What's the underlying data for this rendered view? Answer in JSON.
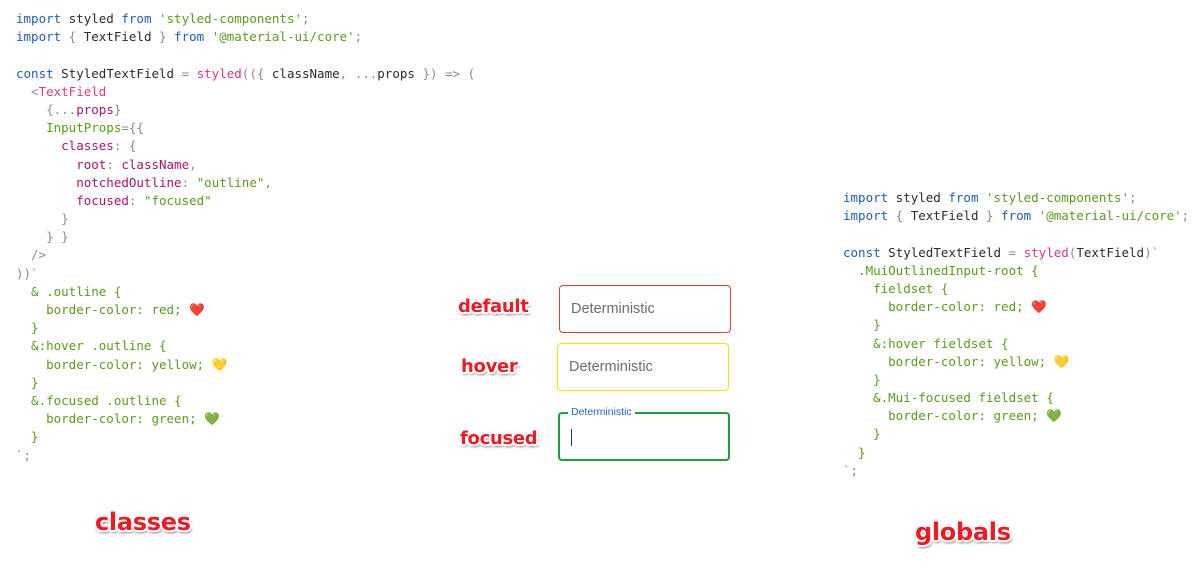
{
  "colors": {
    "keyword": "#1e5fb4",
    "string": "#5b9a1f",
    "css": "#5b9a1f",
    "tag": "#e23d78",
    "attr": "#54a012",
    "prop": "#a6156b",
    "punct": "#8c8c8c",
    "plain": "#2b2b2b",
    "func": "#d03a85",
    "sticker_red": "#ec1c24"
  },
  "code_left": {
    "lines": [
      [
        {
          "t": "import",
          "c": "keyword"
        },
        {
          "t": " styled ",
          "c": "plain"
        },
        {
          "t": "from",
          "c": "keyword"
        },
        {
          "t": " 'styled-components'",
          "c": "string"
        },
        {
          "t": ";",
          "c": "punct"
        }
      ],
      [
        {
          "t": "import",
          "c": "keyword"
        },
        {
          "t": " { ",
          "c": "punct"
        },
        {
          "t": "TextField",
          "c": "plain"
        },
        {
          "t": " } ",
          "c": "punct"
        },
        {
          "t": "from",
          "c": "keyword"
        },
        {
          "t": " '@material-ui/core'",
          "c": "string"
        },
        {
          "t": ";",
          "c": "punct"
        }
      ],
      [],
      [
        {
          "t": "const",
          "c": "keyword"
        },
        {
          "t": " StyledTextField ",
          "c": "plain"
        },
        {
          "t": "=",
          "c": "punct"
        },
        {
          "t": " styled",
          "c": "func"
        },
        {
          "t": "(({ ",
          "c": "punct"
        },
        {
          "t": "className",
          "c": "plain"
        },
        {
          "t": ", ...",
          "c": "punct"
        },
        {
          "t": "props",
          "c": "plain"
        },
        {
          "t": " }) => (",
          "c": "punct"
        }
      ],
      [
        {
          "t": "  <",
          "c": "punct"
        },
        {
          "t": "TextField",
          "c": "tag"
        }
      ],
      [
        {
          "t": "    {...",
          "c": "punct"
        },
        {
          "t": "props",
          "c": "prop"
        },
        {
          "t": "}",
          "c": "punct"
        }
      ],
      [
        {
          "t": "    InputProps",
          "c": "attr"
        },
        {
          "t": "={{",
          "c": "punct"
        }
      ],
      [
        {
          "t": "      classes",
          "c": "prop"
        },
        {
          "t": ": {",
          "c": "punct"
        }
      ],
      [
        {
          "t": "        root",
          "c": "prop"
        },
        {
          "t": ": ",
          "c": "punct"
        },
        {
          "t": "className",
          "c": "prop"
        },
        {
          "t": ",",
          "c": "punct"
        }
      ],
      [
        {
          "t": "        notchedOutline",
          "c": "prop"
        },
        {
          "t": ": ",
          "c": "punct"
        },
        {
          "t": "\"outline\"",
          "c": "string"
        },
        {
          "t": ",",
          "c": "punct"
        }
      ],
      [
        {
          "t": "        focused",
          "c": "prop"
        },
        {
          "t": ": ",
          "c": "punct"
        },
        {
          "t": "\"focused\"",
          "c": "string"
        }
      ],
      [
        {
          "t": "      }",
          "c": "punct"
        }
      ],
      [
        {
          "t": "    } }",
          "c": "punct"
        }
      ],
      [
        {
          "t": "  />",
          "c": "punct"
        }
      ],
      [
        {
          "t": "))`",
          "c": "punct"
        }
      ],
      [
        {
          "t": "  & .outline {",
          "c": "css"
        }
      ],
      [
        {
          "t": "    border-color: red; ",
          "c": "css"
        },
        {
          "t": "❤️",
          "c": "plain"
        }
      ],
      [
        {
          "t": "  }",
          "c": "css"
        }
      ],
      [
        {
          "t": "  &:hover .outline {",
          "c": "css"
        }
      ],
      [
        {
          "t": "    border-color: yellow; ",
          "c": "css"
        },
        {
          "t": "💛",
          "c": "plain"
        }
      ],
      [
        {
          "t": "  }",
          "c": "css"
        }
      ],
      [
        {
          "t": "  &.focused .outline {",
          "c": "css"
        }
      ],
      [
        {
          "t": "    border-color: green; ",
          "c": "css"
        },
        {
          "t": "💚",
          "c": "plain"
        }
      ],
      [
        {
          "t": "  }",
          "c": "css"
        }
      ],
      [
        {
          "t": "`;",
          "c": "punct"
        }
      ]
    ]
  },
  "code_right": {
    "lines": [
      [
        {
          "t": "import",
          "c": "keyword"
        },
        {
          "t": " styled ",
          "c": "plain"
        },
        {
          "t": "from",
          "c": "keyword"
        },
        {
          "t": " 'styled-components'",
          "c": "string"
        },
        {
          "t": ";",
          "c": "punct"
        }
      ],
      [
        {
          "t": "import",
          "c": "keyword"
        },
        {
          "t": " { ",
          "c": "punct"
        },
        {
          "t": "TextField",
          "c": "plain"
        },
        {
          "t": " } ",
          "c": "punct"
        },
        {
          "t": "from",
          "c": "keyword"
        },
        {
          "t": " '@material-ui/core'",
          "c": "string"
        },
        {
          "t": ";",
          "c": "punct"
        }
      ],
      [],
      [
        {
          "t": "const",
          "c": "keyword"
        },
        {
          "t": " StyledTextField ",
          "c": "plain"
        },
        {
          "t": "=",
          "c": "punct"
        },
        {
          "t": " styled",
          "c": "func"
        },
        {
          "t": "(",
          "c": "punct"
        },
        {
          "t": "TextField",
          "c": "plain"
        },
        {
          "t": ")`",
          "c": "punct"
        }
      ],
      [
        {
          "t": "  .MuiOutlinedInput-root {",
          "c": "css"
        }
      ],
      [
        {
          "t": "    fieldset {",
          "c": "css"
        }
      ],
      [
        {
          "t": "      border-color: red; ",
          "c": "css"
        },
        {
          "t": "❤️",
          "c": "plain"
        }
      ],
      [
        {
          "t": "    }",
          "c": "css"
        }
      ],
      [
        {
          "t": "    &:hover fieldset {",
          "c": "css"
        }
      ],
      [
        {
          "t": "      border-color: yellow; ",
          "c": "css"
        },
        {
          "t": "💛",
          "c": "plain"
        }
      ],
      [
        {
          "t": "    }",
          "c": "css"
        }
      ],
      [
        {
          "t": "    &.Mui-focused fieldset {",
          "c": "css"
        }
      ],
      [
        {
          "t": "      border-color: green; ",
          "c": "css"
        },
        {
          "t": "💚",
          "c": "plain"
        }
      ],
      [
        {
          "t": "    }",
          "c": "css"
        }
      ],
      [
        {
          "t": "  }",
          "c": "css"
        }
      ],
      [
        {
          "t": "`;",
          "c": "punct"
        }
      ]
    ]
  },
  "labels": {
    "default": "default",
    "hover": "hover",
    "focused": "focused",
    "classes": "classes",
    "globals": "globals"
  },
  "demo_fields": {
    "default_placeholder": "Deterministic",
    "hover_placeholder": "Deterministic",
    "focused_label": "Deterministic"
  }
}
